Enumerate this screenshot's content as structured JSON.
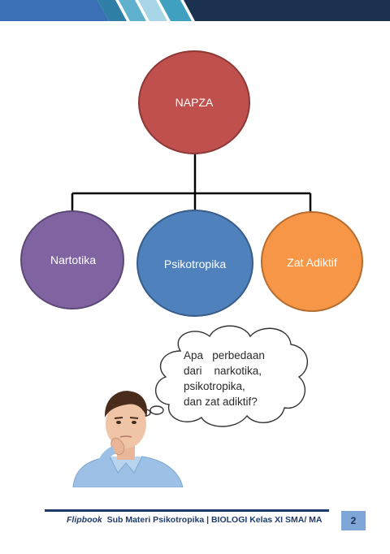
{
  "diagram": {
    "root": "NAPZA",
    "children": [
      "Nartotika",
      "Psikotropika",
      "Zat Adiktif"
    ]
  },
  "thought_bubble": {
    "lines": [
      "Apa   perbedaan",
      "dari    narkotika,",
      "psikotropika,",
      "dan zat adiktif?"
    ]
  },
  "footer": {
    "italic_label": "Flipbook",
    "text": "Sub Materi Psikotropika | BIOLOGI Kelas XI SMA/ MA",
    "page_number": "2"
  },
  "colors": {
    "root": "#c0504d",
    "child_1": "#8064a2",
    "child_2": "#4f81bd",
    "child_3": "#f79646",
    "header_dark": "#1c3050",
    "header_teal": "#4aa3c4"
  },
  "icons": [
    "thinking-man-image",
    "thought-bubble-icon"
  ]
}
